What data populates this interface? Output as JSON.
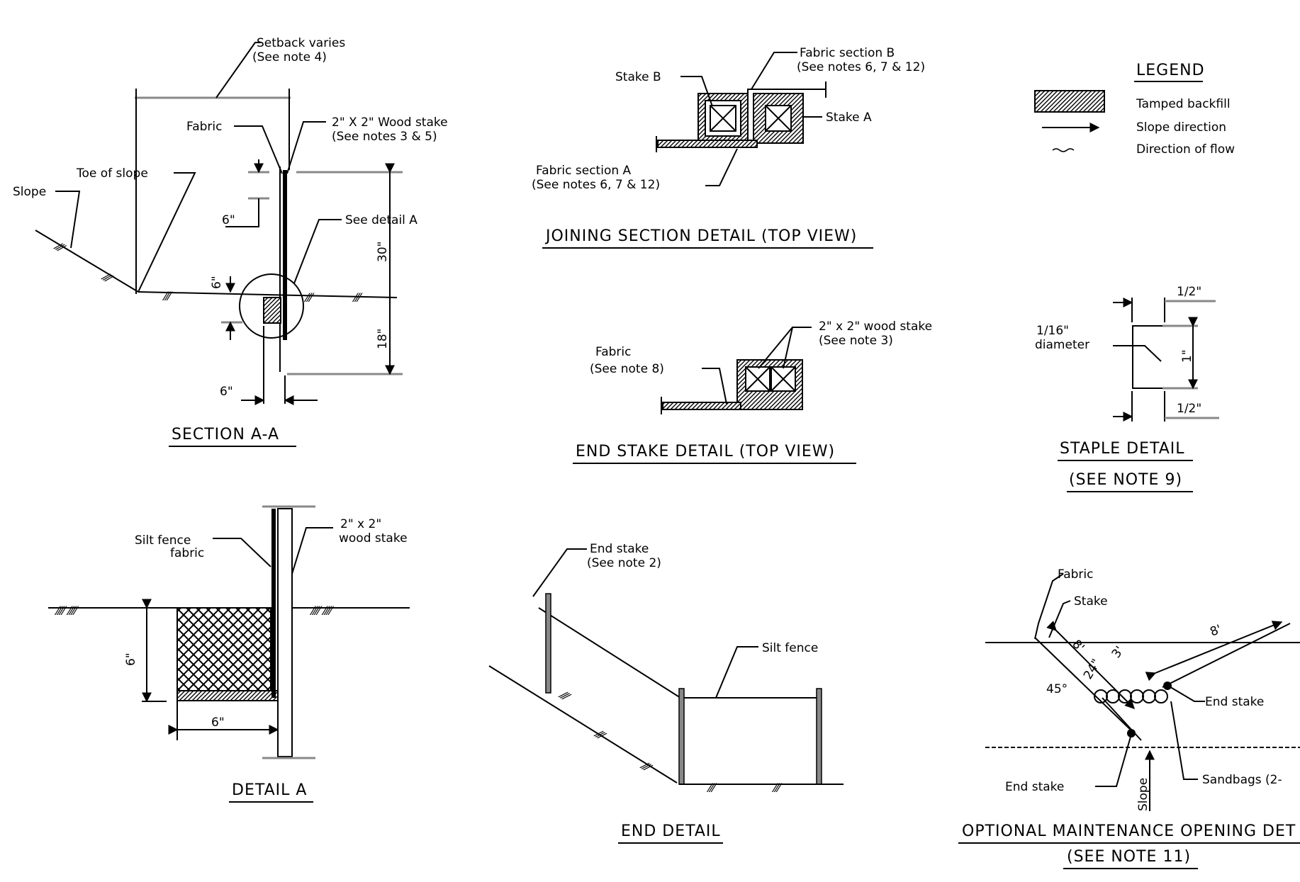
{
  "section_aa": {
    "title": "SECTION A-A",
    "setback_label": "Setback varies",
    "setback_note": "(See note 4)",
    "fabric": "Fabric",
    "stake_label": "2\" X 2\" Wood stake",
    "stake_note": "(See notes 3 & 5)",
    "toe": "Toe of slope",
    "slope": "Slope",
    "see_detail": "See detail A",
    "dim_6a": "6\"",
    "dim_6b": "6\"",
    "dim_6c": "6\"",
    "dim_30": "30\"",
    "dim_18": "18\""
  },
  "joining": {
    "title": "JOINING SECTION DETAIL (TOP VIEW)",
    "stake_b": "Stake B",
    "fabric_b": "Fabric section B",
    "fabric_b_note": "(See notes 6, 7 & 12)",
    "stake_a": "Stake A",
    "fabric_a": "Fabric section A",
    "fabric_a_note": "(See notes 6, 7 & 12)"
  },
  "legend": {
    "title": "LEGEND",
    "items": [
      "Tamped backfill",
      "Slope direction",
      "Direction of flow"
    ]
  },
  "end_stake": {
    "title": "END STAKE DETAIL (TOP VIEW)",
    "stake": "2\" x 2\" wood stake",
    "stake_note": "(See note 3)",
    "fabric": "Fabric",
    "fabric_note": "(See note 8)"
  },
  "staple": {
    "title": "STAPLE DETAIL",
    "subtitle": "(SEE NOTE 9)",
    "top_dim": "1/2\"",
    "bottom_dim": "1/2\"",
    "height_dim": "1\"",
    "diameter_1": "1/16\"",
    "diameter_2": "diameter"
  },
  "detail_a": {
    "title": "DETAIL A",
    "silt_1": "Silt fence",
    "silt_2": "fabric",
    "stake_1": "2\" x 2\"",
    "stake_2": "wood stake",
    "dim_h": "6\"",
    "dim_w": "6\""
  },
  "end_detail": {
    "title": "END DETAIL",
    "end_stake": "End stake",
    "end_stake_note": "(See note 2)",
    "silt_fence": "Silt fence"
  },
  "optional": {
    "title": "OPTIONAL MAINTENANCE OPENING DET",
    "subtitle": "(SEE NOTE 11)",
    "fabric": "Fabric",
    "stake": "Stake",
    "end_stake_right": "End stake",
    "end_stake_left": "End stake",
    "sandbags": "Sandbags (2-",
    "slope": "Slope",
    "dim_8a": "8'",
    "dim_8b": "8'",
    "dim_24": "24\"",
    "dim_3": "3'",
    "angle": "45°"
  }
}
